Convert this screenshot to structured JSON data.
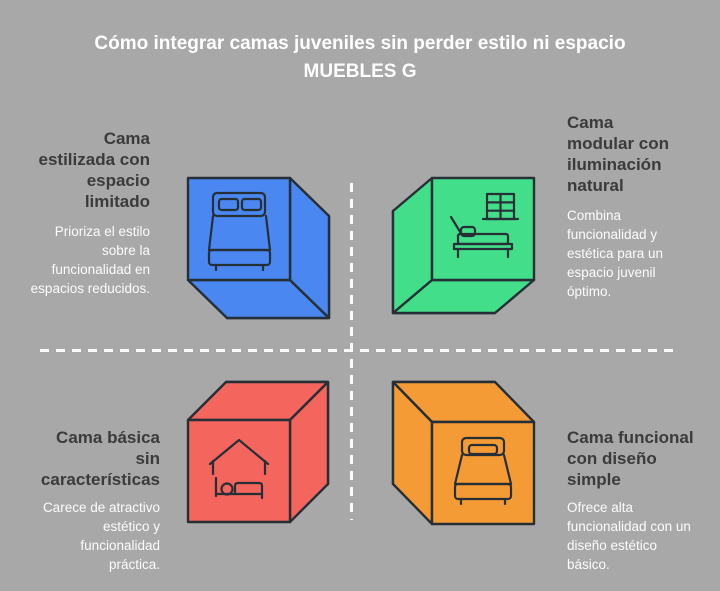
{
  "title": {
    "line1": "Cómo integrar camas juveniles sin perder estilo ni espacio",
    "line2": "MUEBLES G"
  },
  "quadrants": [
    {
      "id": "top-left",
      "heading": "Cama estilizada con espacio limitado",
      "body": "Prioriza el estilo sobre la funcionalidad en espacios reducidos.",
      "icon": "double-bed-top-view-icon",
      "color": "#4a87f0"
    },
    {
      "id": "top-right",
      "heading": "Cama modular con iluminación natural",
      "body": "Combina funcionalidad y estética para un espacio juvenil óptimo.",
      "icon": "bed-with-window-icon",
      "color": "#43de8a"
    },
    {
      "id": "bottom-left",
      "heading": "Cama básica sin características",
      "body": "Carece de atractivo estético y funcionalidad práctica.",
      "icon": "house-with-bed-icon",
      "color": "#f4655e"
    },
    {
      "id": "bottom-right",
      "heading": "Cama funcional con diseño simple",
      "body": "Ofrece alta funcionalidad con un diseño estético básico.",
      "icon": "single-bed-top-view-icon",
      "color": "#f59b35"
    }
  ],
  "colors": {
    "background": "#a8a8a8",
    "title_text": "#ffffff",
    "heading_text": "#3b3b3b",
    "body_text": "#fcfcfc",
    "outline": "#262f36",
    "divider": "#ffffff"
  }
}
